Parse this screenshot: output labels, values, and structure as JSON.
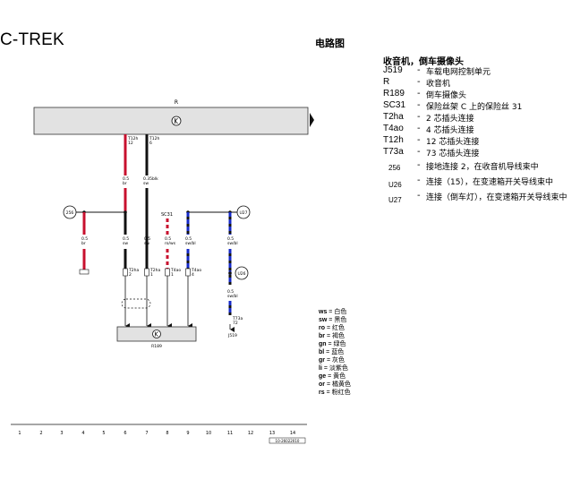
{
  "header": {
    "brand": "C-TREK",
    "diagram_title": "电路图"
  },
  "legend": {
    "title": "收音机，倒车摄像头",
    "items": [
      {
        "code": "J519",
        "desc": "车载电网控制单元"
      },
      {
        "code": "R",
        "desc": "收音机"
      },
      {
        "code": "R189",
        "desc": "倒车摄像头"
      },
      {
        "code": "SC31",
        "desc": "保险丝架 C 上的保险丝 31"
      },
      {
        "code": "T2ha",
        "desc": "2 芯插头连接"
      },
      {
        "code": "T4ao",
        "desc": "4 芯插头连接"
      },
      {
        "code": "T12h",
        "desc": "12 芯插头连接"
      },
      {
        "code": "T73a",
        "desc": "73 芯插头连接"
      },
      {
        "code": "256",
        "desc": "接地连接 2，在收音机导线束中"
      },
      {
        "code": "U26",
        "desc": "连接（15），在变速箱开关导线束中"
      },
      {
        "code": "U27",
        "desc": "连接（倒车灯），在变速箱开关导线束中"
      }
    ]
  },
  "wire_colors": [
    {
      "code": "ws",
      "name": "白色"
    },
    {
      "code": "sw",
      "name": "黑色"
    },
    {
      "code": "ro",
      "name": "红色"
    },
    {
      "code": "br",
      "name": "褐色"
    },
    {
      "code": "gn",
      "name": "绿色"
    },
    {
      "code": "bl",
      "name": "蓝色"
    },
    {
      "code": "gr",
      "name": "灰色"
    },
    {
      "code": "li",
      "name": "淡紫色"
    },
    {
      "code": "ge",
      "name": "黄色"
    },
    {
      "code": "or",
      "name": "橘黄色"
    },
    {
      "code": "rs",
      "name": "粉红色"
    }
  ],
  "colors": {
    "red": "#c8102e",
    "black": "#111111",
    "blue": "#1428c8",
    "box_fill": "#e2e2e2"
  },
  "diagram": {
    "radio_label": "R",
    "camera_label": "R189",
    "fuse_label": "SC31",
    "ground_label": "256",
    "u27_label": "U27",
    "u26_label": "U26",
    "j519_label": "J519",
    "wires": {
      "w1_conn": "T12h",
      "w1_pin": "12",
      "w1_size": "0.5",
      "w1_color": "br",
      "w2_conn": "T12h",
      "w2_pin": "6",
      "w2_size": "0.35",
      "w2_color": "sw",
      "w2b_size": "0.35blk",
      "w2b_color": "sw",
      "g_size": "0.5",
      "g_color": "br",
      "c1_size": "0.5",
      "c1_color": "sw",
      "c1_conn": "T2ha",
      "c1_pin": "2",
      "c2_size": "0.5",
      "c2_color": "sw",
      "c2_conn": "T2ha",
      "c2_pin": "1",
      "f_size": "0.5",
      "f_color": "ro/ws",
      "f_conn": "T4ao",
      "f_pin": "1",
      "b_size": "0.5",
      "b_color": "sw/bl",
      "b_conn": "T4ao",
      "b_pin": "4",
      "u_size": "0.5",
      "u_color": "sw/bl",
      "j_size": "0.5",
      "j_color": "sw/bl",
      "j_conn": "T73a",
      "j_pin": "72"
    },
    "scale": [
      "1",
      "2",
      "3",
      "4",
      "5",
      "6",
      "7",
      "8",
      "9",
      "10",
      "11",
      "12",
      "13",
      "14"
    ],
    "doc_id": "10-26022010"
  }
}
